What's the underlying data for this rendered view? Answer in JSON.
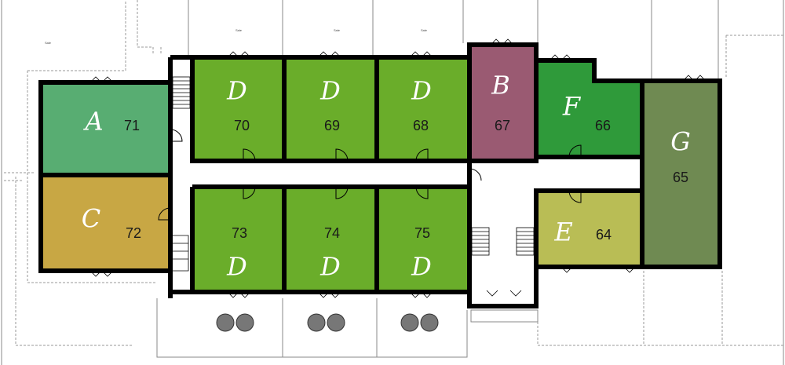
{
  "rooms": [
    {
      "id": "room-71",
      "letter": "A",
      "number": "71",
      "color": "#58ad72"
    },
    {
      "id": "room-72",
      "letter": "C",
      "number": "72",
      "color": "#c8a744"
    },
    {
      "id": "room-70",
      "letter": "D",
      "number": "70",
      "color": "#6aad2a"
    },
    {
      "id": "room-69",
      "letter": "D",
      "number": "69",
      "color": "#6aad2a"
    },
    {
      "id": "room-68",
      "letter": "D",
      "number": "68",
      "color": "#6aad2a"
    },
    {
      "id": "room-67",
      "letter": "B",
      "number": "67",
      "color": "#9a5a72"
    },
    {
      "id": "room-66",
      "letter": "F",
      "number": "66",
      "color": "#2f9a3a"
    },
    {
      "id": "room-65",
      "letter": "G",
      "number": "65",
      "color": "#6f8a52"
    },
    {
      "id": "room-73",
      "letter": "D",
      "number": "73",
      "color": "#6aad2a"
    },
    {
      "id": "room-74",
      "letter": "D",
      "number": "74",
      "color": "#6aad2a"
    },
    {
      "id": "room-75",
      "letter": "D",
      "number": "75",
      "color": "#6aad2a"
    },
    {
      "id": "room-64",
      "letter": "E",
      "number": "64",
      "color": "#b9bd55"
    }
  ],
  "small_labels": [
    "Sale",
    "Sale",
    "Sale",
    "Sale"
  ]
}
